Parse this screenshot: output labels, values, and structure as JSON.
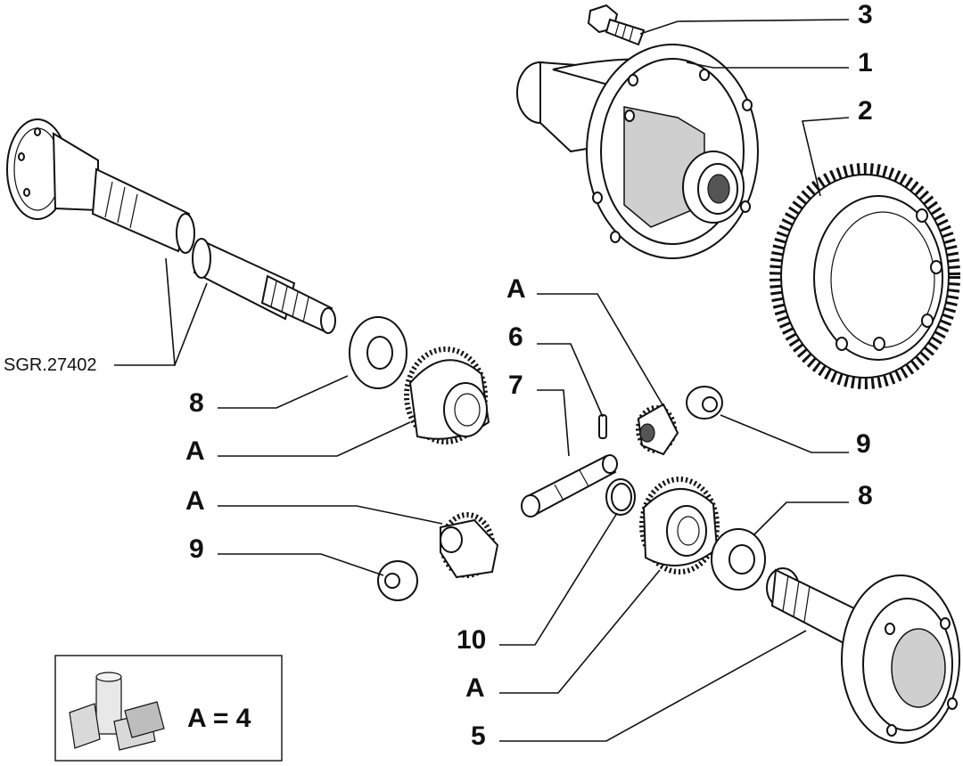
{
  "diagram": {
    "reference_code": "SGR.27402",
    "callouts": [
      {
        "id": "c3",
        "text": "3"
      },
      {
        "id": "c1",
        "text": "1"
      },
      {
        "id": "c2",
        "text": "2"
      },
      {
        "id": "cA_top",
        "text": "A"
      },
      {
        "id": "c6",
        "text": "6"
      },
      {
        "id": "c7",
        "text": "7"
      },
      {
        "id": "c8_left",
        "text": "8"
      },
      {
        "id": "cA_left1",
        "text": "A"
      },
      {
        "id": "cA_left2",
        "text": "A"
      },
      {
        "id": "c9_left",
        "text": "9"
      },
      {
        "id": "c9_right",
        "text": "9"
      },
      {
        "id": "c8_right",
        "text": "8"
      },
      {
        "id": "c10",
        "text": "10"
      },
      {
        "id": "cA_bottom",
        "text": "A"
      },
      {
        "id": "c5",
        "text": "5"
      }
    ],
    "legend": {
      "text": "A = 4"
    },
    "icons": [
      "bolt-icon",
      "differential-housing-icon",
      "ring-gear-icon",
      "drive-shaft-icon",
      "bevel-gear-icon",
      "washer-icon",
      "pin-icon",
      "shaft-pin-icon",
      "snap-ring-icon",
      "flange-shaft-icon",
      "parts-kit-icon"
    ]
  }
}
